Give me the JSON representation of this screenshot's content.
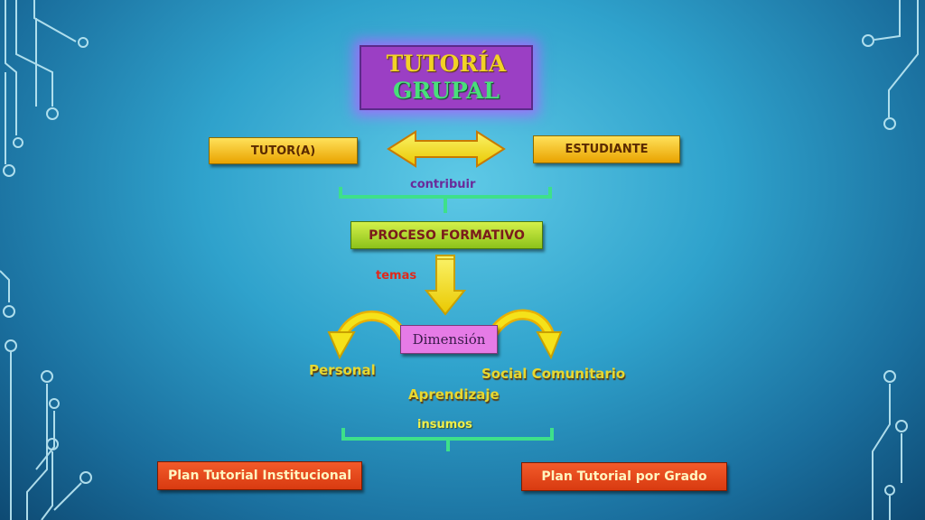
{
  "title": {
    "line1": "TUTORÍA",
    "line2": "GRUPAL"
  },
  "nodes": {
    "tutor": "TUTOR(A)",
    "estudiante": "ESTUDIANTE",
    "proceso": "PROCESO FORMATIVO",
    "dimension": "Dimensión",
    "personal": "Personal",
    "social": "Social Comunitario",
    "aprendizaje": "Aprendizaje",
    "plan_institucional": "Plan Tutorial Institucional",
    "plan_grado": "Plan Tutorial por Grado"
  },
  "labels": {
    "contribuir": "contribuir",
    "temas": "temas",
    "insumos": "insumos"
  },
  "colors": {
    "background": "#2fa2cc",
    "title_box": "#9b3fc4",
    "title_glow": "#aa64ff",
    "node_yellow": "#f5c21a",
    "node_lime": "#a8d82a",
    "node_pink": "#e67be6",
    "node_red": "#e2471c",
    "arrow_yellow": "#f5e21a",
    "bracket_green": "#3ee08a",
    "circuit": "#bfeaf5"
  },
  "icons": [
    "double-arrow-icon",
    "down-arrow-icon",
    "curved-arrow-left-icon",
    "curved-arrow-right-icon"
  ]
}
